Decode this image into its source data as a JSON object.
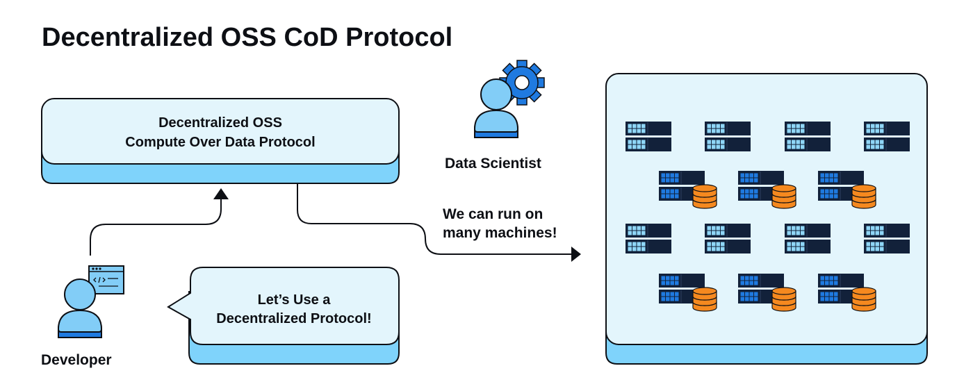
{
  "title": "Decentralized OSS CoD Protocol",
  "protocol_box": {
    "line1": "Decentralized OSS",
    "line2": "Compute Over Data Protocol"
  },
  "speech_bubble": {
    "line1": "Let’s Use a",
    "line2": "Decentralized Protocol!"
  },
  "arrow_note": {
    "line1": "We can run on",
    "line2": "many machines!"
  },
  "actors": {
    "data_scientist": "Data Scientist",
    "developer": "Developer"
  },
  "icons": {
    "gear": "gear-icon",
    "person": "person-icon",
    "code_window": "code-window-icon",
    "server": "server-icon",
    "database": "database-icon"
  },
  "colors": {
    "ink": "#0d0f14",
    "panel_fill": "#e3f5fc",
    "panel_shadow": "#7fd3fb",
    "accent_blue": "#1f7ae0",
    "person_fill": "#82cdf7",
    "server_dark": "#12213a",
    "server_cell": "#8fd6f7",
    "database_orange": "#f5891f"
  }
}
